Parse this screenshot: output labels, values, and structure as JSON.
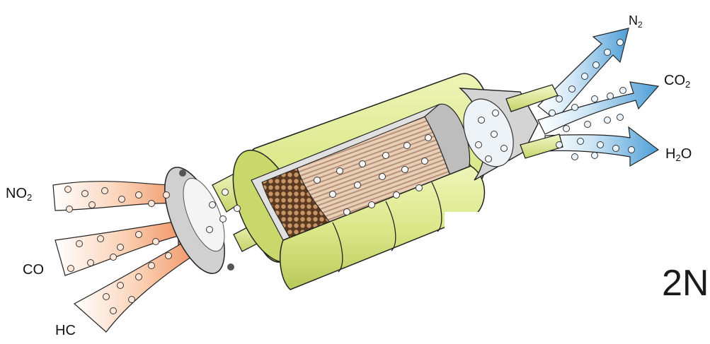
{
  "inputs": [
    {
      "main": "NO",
      "sub": "2"
    },
    {
      "main": "CO",
      "sub": ""
    },
    {
      "main": "HC",
      "sub": ""
    }
  ],
  "outputs": [
    {
      "main": "N",
      "sub": "2"
    },
    {
      "main": "CO",
      "sub": "2"
    },
    {
      "main": "H",
      "sub": "2",
      "tail": "O"
    }
  ],
  "equation_fragment": "2N",
  "colors": {
    "inflow": "#ef8a55",
    "outflow": "#5aa7dd",
    "shell": "#dde98f",
    "shell_dark": "#b8c45a",
    "metal": "#c7c7c7",
    "substrate": "#d9b594",
    "substrate_dark": "#6e4526"
  }
}
